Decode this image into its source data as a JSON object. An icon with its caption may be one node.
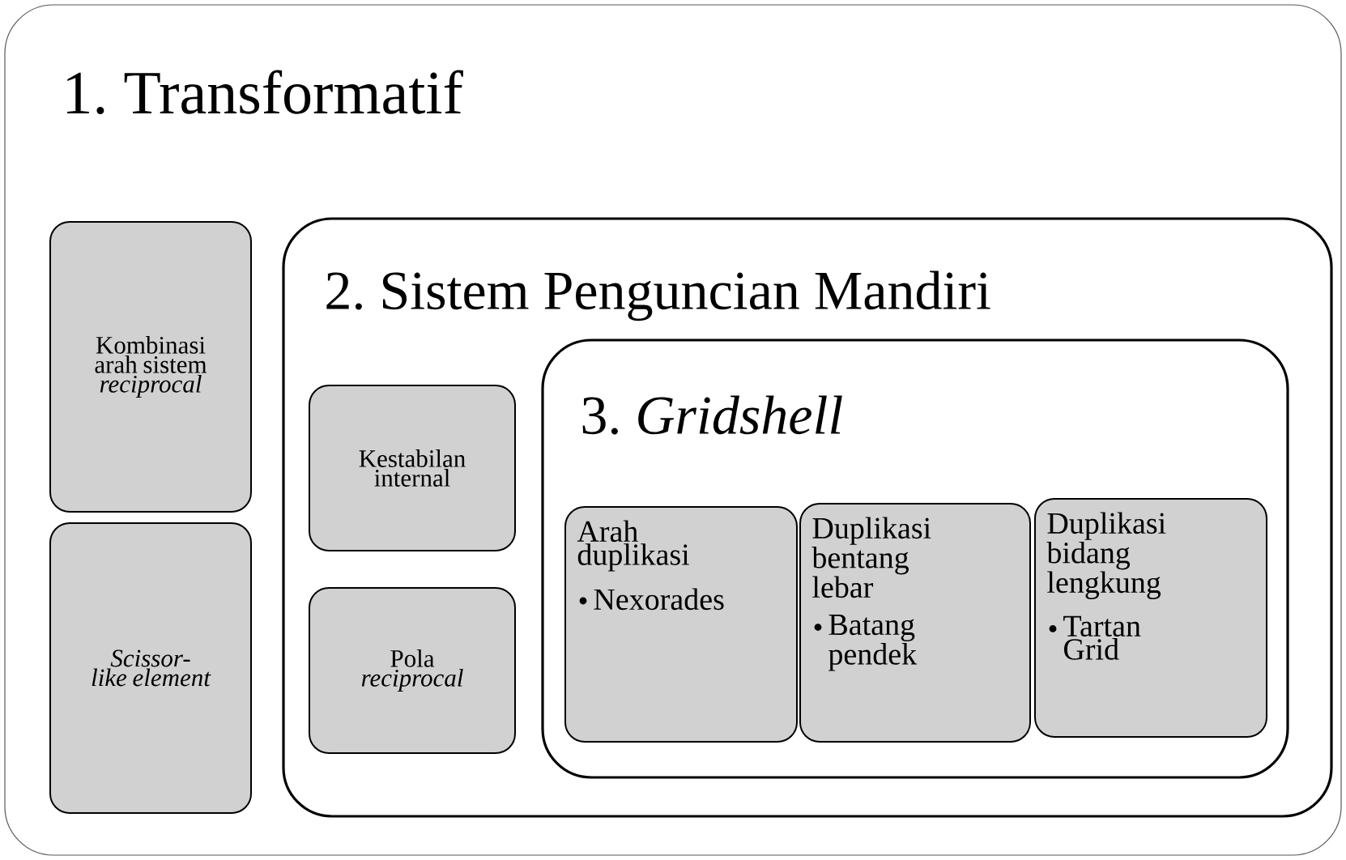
{
  "diagram": {
    "nodes": [
      {
        "text": [
          "1. Transformatif"
        ]
      },
      {
        "text": [
          "Kombinasi arah sistem *reciprocal*"
        ],
        "in": 0
      },
      {
        "text": [
          "Scissor-like element"
        ],
        "in": 0
      },
      {
        "text": [
          "2. Sistem Penguncian Mandiri"
        ],
        "in": 0
      },
      {
        "text": [
          "Kestabilan internal"
        ],
        "in": 3
      },
      {
        "text": [
          "Pola *reciprocal*"
        ],
        "in": 3
      },
      {
        "text": [
          "3. *Gridshell*"
        ],
        "in": 3
      },
      {
        "text": [
          "Arah duplikasi",
          "Nexorades"
        ],
        "in": 6
      },
      {
        "text": [
          "Duplikasi bentang lebar",
          "Batang pendek"
        ],
        "in": 6
      },
      {
        "text": [
          "Duplikasi bidang lengkung",
          "Tartan Grid"
        ],
        "in": 6
      }
    ]
  }
}
